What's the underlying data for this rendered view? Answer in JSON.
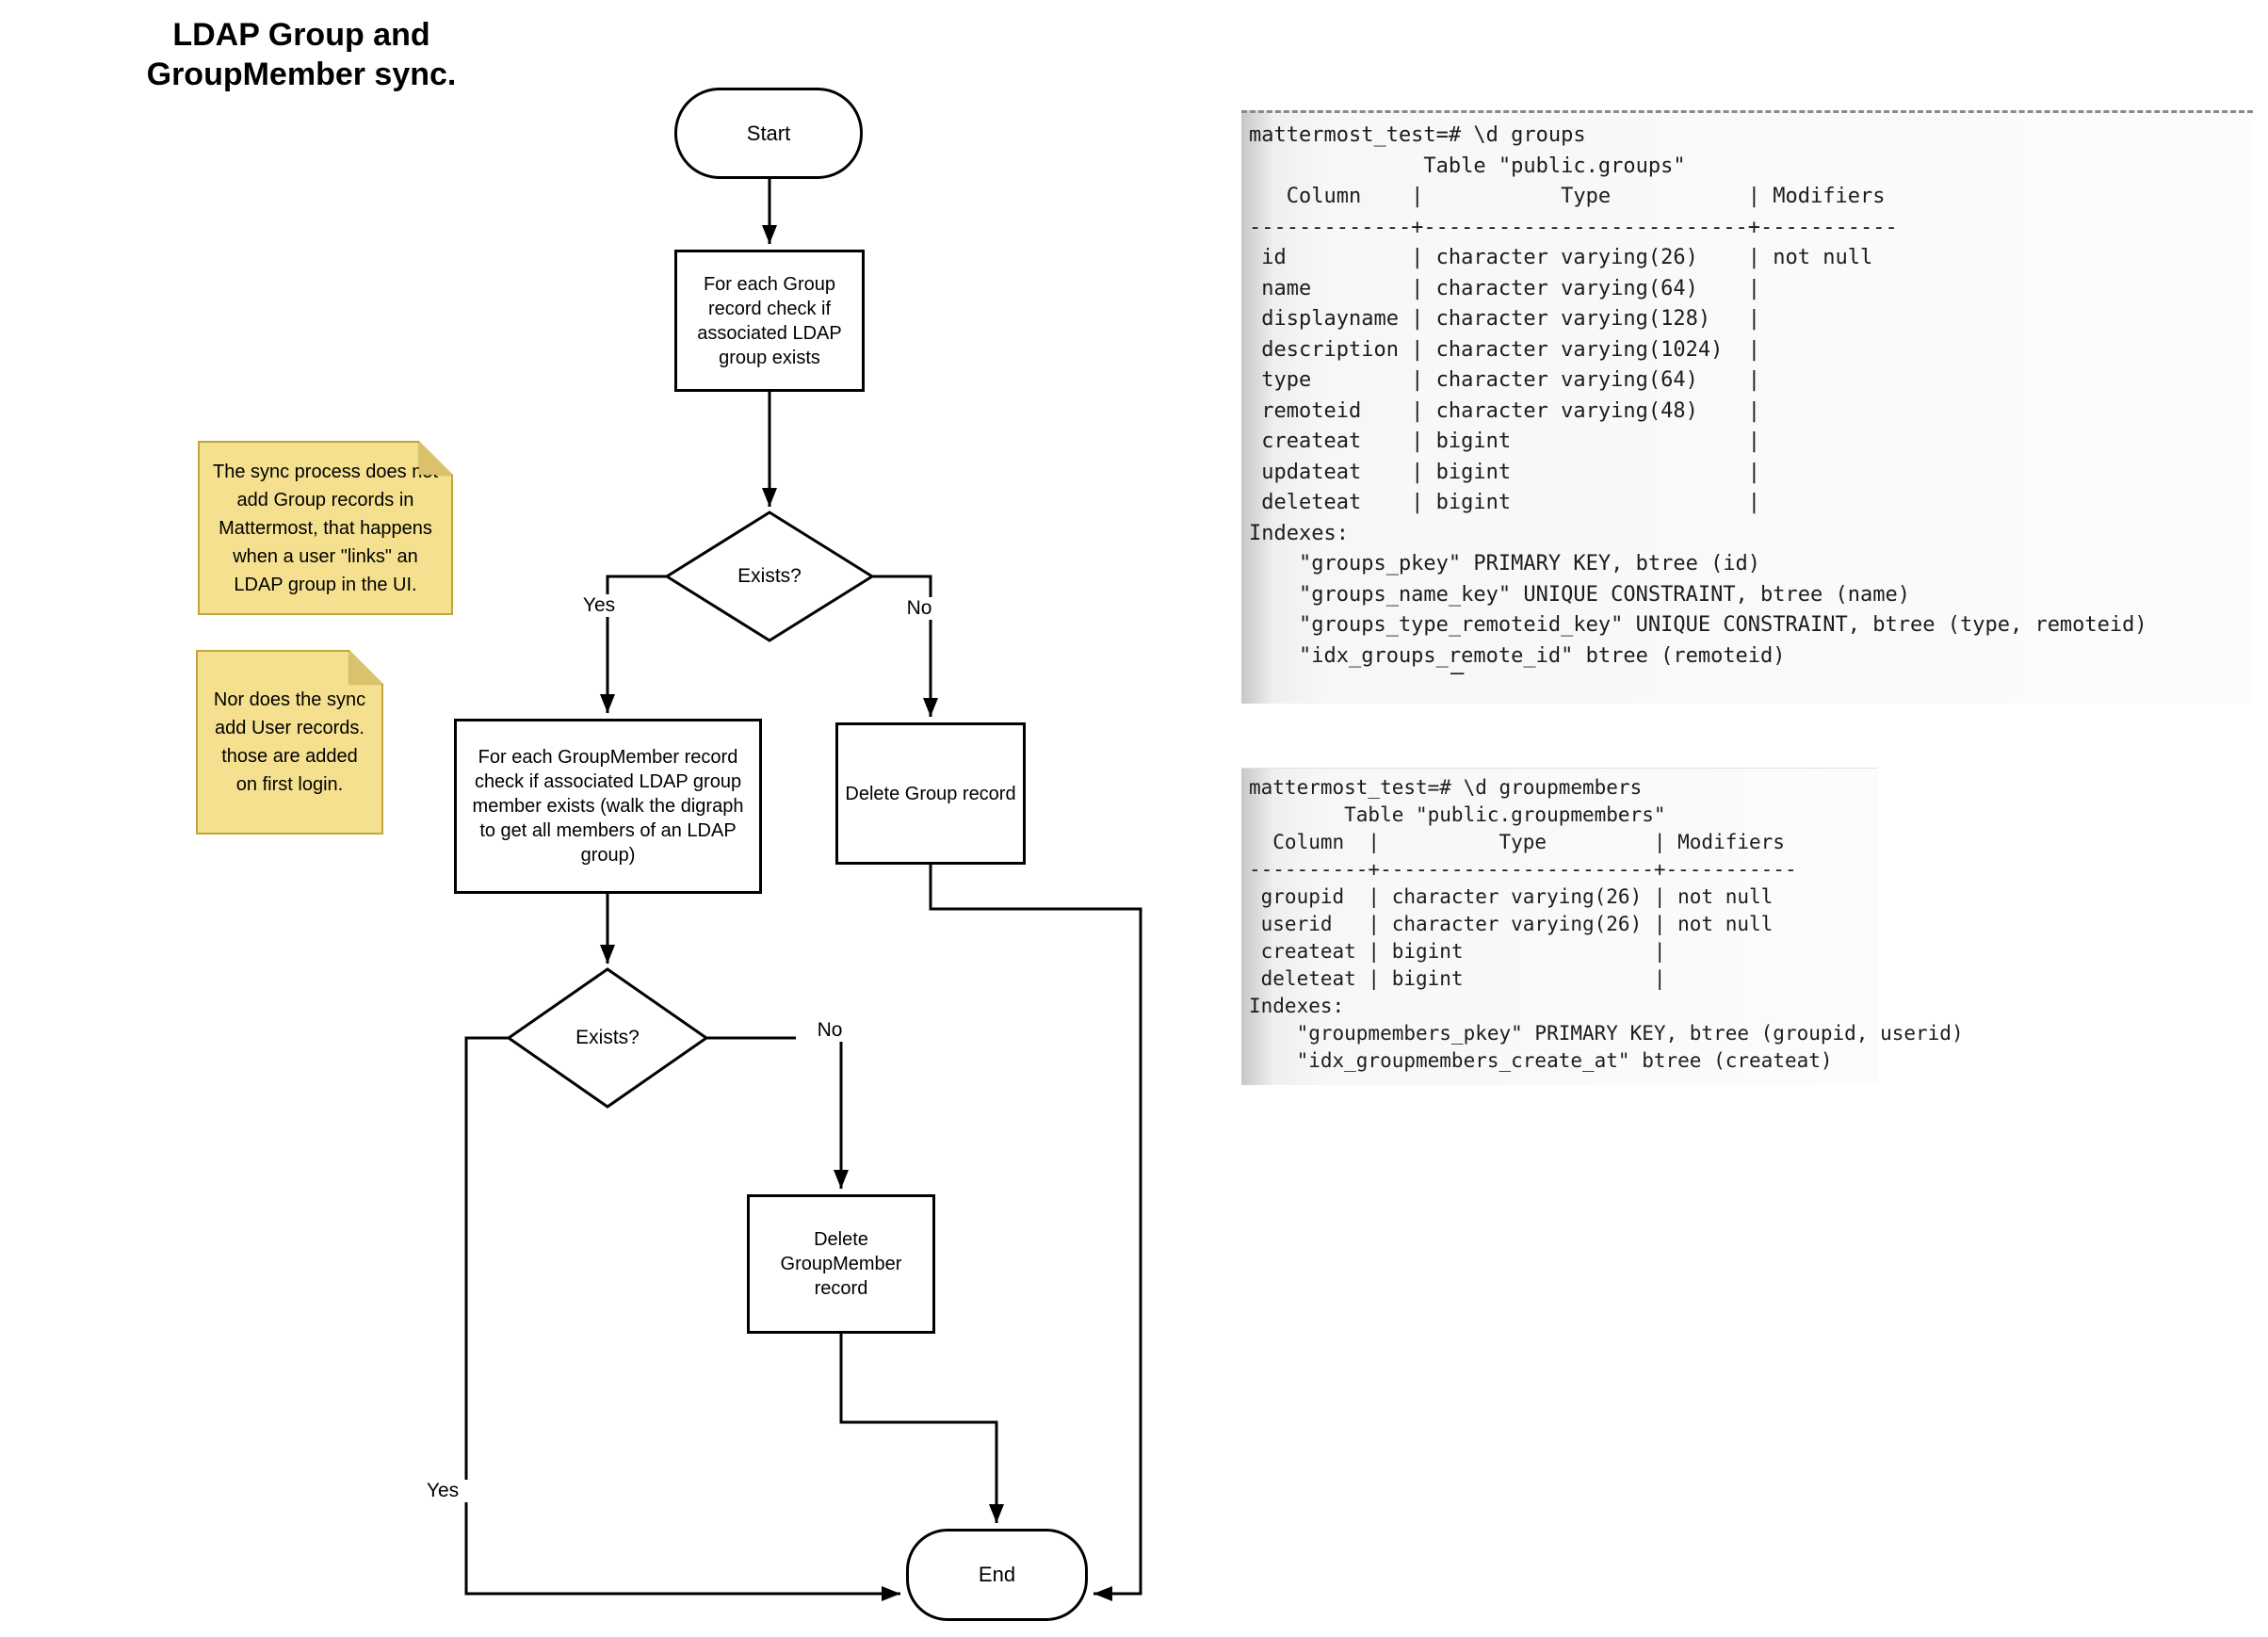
{
  "title": [
    "LDAP Group and",
    "GroupMember sync."
  ],
  "flowchart": {
    "nodes": {
      "start": "Start",
      "check_group": "For each Group record check if associated LDAP group exists",
      "exists1": "Exists?",
      "check_groupmember": "For each GroupMember record check if associated LDAP group member exists (walk the digraph to get all members of an LDAP group)",
      "delete_group": "Delete Group record",
      "exists2": "Exists?",
      "delete_groupmember": "Delete GroupMember record",
      "end": "End"
    },
    "edge_labels": {
      "yes1": "Yes",
      "no1": "No",
      "yes2": "Yes",
      "no2": "No"
    }
  },
  "notes": {
    "note1": "The sync process does not add Group records in Mattermost, that happens when a user \"links\" an LDAP group in the UI.",
    "note2": "Nor does the sync add User records. those are added on first login."
  },
  "terminals": {
    "groups": {
      "lines": [
        "mattermost_test=# \\d groups",
        "              Table \"public.groups\"",
        "   Column    |           Type           | Modifiers",
        "-------------+--------------------------+-----------",
        " id          | character varying(26)    | not null",
        " name        | character varying(64)    |",
        " displayname | character varying(128)   |",
        " description | character varying(1024)  |",
        " type        | character varying(64)    |",
        " remoteid    | character varying(48)    |",
        " createat    | bigint                   |",
        " updateat    | bigint                   |",
        " deleteat    | bigint                   |",
        "Indexes:",
        "    \"groups_pkey\" PRIMARY KEY, btree (id)",
        "    \"groups_name_key\" UNIQUE CONSTRAINT, btree (name)",
        "    \"groups_type_remoteid_key\" UNIQUE CONSTRAINT, btree (type, remoteid)",
        "    \"idx_groups_remote_id\" btree (remoteid)"
      ]
    },
    "groupmembers": {
      "lines": [
        "mattermost_test=# \\d groupmembers",
        "        Table \"public.groupmembers\"",
        "  Column  |          Type         | Modifiers",
        "----------+-----------------------+-----------",
        " groupid  | character varying(26) | not null",
        " userid   | character varying(26) | not null",
        " createat | bigint                |",
        " deleteat | bigint                |",
        "Indexes:",
        "    \"groupmembers_pkey\" PRIMARY KEY, btree (groupid, userid)",
        "    \"idx_groupmembers_create_at\" btree (createat)"
      ]
    }
  },
  "stray_mark": "–",
  "colors": {
    "line": "#000000",
    "note_fill": "#F4E08E",
    "note_border": "#C3A43D",
    "note_fold": "#D9C26B",
    "terminal_bg_edge": "#c7c7c7",
    "terminal_bg": "#f7f7f7"
  }
}
